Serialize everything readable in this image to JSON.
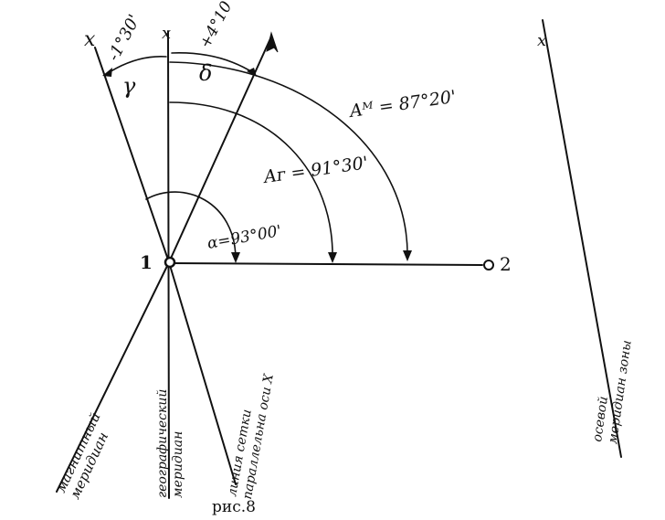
{
  "figure": {
    "caption": "рис.8",
    "point_labels": {
      "p1": "1",
      "p2": "2"
    },
    "meridian_labels": {
      "magnetic": [
        "магнитный",
        "меридиан"
      ],
      "geographic": [
        "географический",
        "меридиан"
      ],
      "grid_line": [
        "линия сетки",
        "параллельна оси Х"
      ],
      "axial": [
        "осевой",
        "меридиан зоны"
      ]
    },
    "axis_marks": {
      "magnetic": "x",
      "geographic": "x",
      "axial": "x"
    },
    "angles": {
      "gamma_symbol": "γ",
      "gamma_value": "-1°30'",
      "delta_symbol": "δ",
      "delta_value": "+4°10'",
      "magnetic_azimuth": "Aᴹ = 87°20'",
      "true_azimuth": "Aᴦ = 91°30'",
      "alpha": "α=93°00'"
    }
  }
}
